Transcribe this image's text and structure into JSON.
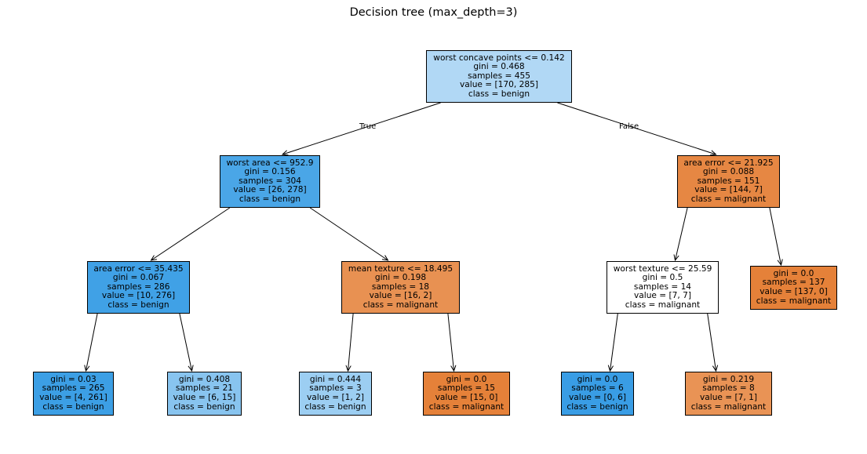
{
  "title": "Decision tree (max_depth=3)",
  "colors": {
    "benign_strong": "#399de5",
    "malignant_strong": "#e58139",
    "edge": "#000000"
  },
  "edge_labels": {
    "true_label": "True",
    "false_label": "False"
  },
  "nodes": [
    {
      "id": "n0",
      "split": "worst concave points <= 0.142",
      "gini": "gini = 0.468",
      "samples": "samples = 455",
      "value": "value = [170, 285]",
      "class_label": "class = benign",
      "fill": "#b1d8f5"
    },
    {
      "id": "n1",
      "split": "worst area <= 952.9",
      "gini": "gini = 0.156",
      "samples": "samples = 304",
      "value": "value = [26, 278]",
      "class_label": "class = benign",
      "fill": "#4aa6e7"
    },
    {
      "id": "n2",
      "split": "area error <= 21.925",
      "gini": "gini = 0.088",
      "samples": "samples = 151",
      "value": "value = [144, 7]",
      "class_label": "class = malignant",
      "fill": "#e68743"
    },
    {
      "id": "n3",
      "split": "area error <= 35.435",
      "gini": "gini = 0.067",
      "samples": "samples = 286",
      "value": "value = [10, 276]",
      "class_label": "class = benign",
      "fill": "#40a1e6"
    },
    {
      "id": "n4",
      "split": "mean texture <= 18.495",
      "gini": "gini = 0.198",
      "samples": "samples = 18",
      "value": "value = [16, 2]",
      "class_label": "class = malignant",
      "fill": "#e89152"
    },
    {
      "id": "n5",
      "split": "worst texture <= 25.59",
      "gini": "gini = 0.5",
      "samples": "samples = 14",
      "value": "value = [7, 7]",
      "class_label": "class = malignant",
      "fill": "#ffffff"
    },
    {
      "id": "n6",
      "split": "",
      "gini": "gini = 0.0",
      "samples": "samples = 137",
      "value": "value = [137, 0]",
      "class_label": "class = malignant",
      "fill": "#e58139"
    },
    {
      "id": "n7",
      "split": "",
      "gini": "gini = 0.03",
      "samples": "samples = 265",
      "value": "value = [4, 261]",
      "class_label": "class = benign",
      "fill": "#3c9fe5"
    },
    {
      "id": "n8",
      "split": "",
      "gini": "gini = 0.408",
      "samples": "samples = 21",
      "value": "value = [6, 15]",
      "class_label": "class = benign",
      "fill": "#88c4ef"
    },
    {
      "id": "n9",
      "split": "",
      "gini": "gini = 0.444",
      "samples": "samples = 3",
      "value": "value = [1, 2]",
      "class_label": "class = benign",
      "fill": "#9ccef2"
    },
    {
      "id": "n10",
      "split": "",
      "gini": "gini = 0.0",
      "samples": "samples = 15",
      "value": "value = [15, 0]",
      "class_label": "class = malignant",
      "fill": "#e58139"
    },
    {
      "id": "n11",
      "split": "",
      "gini": "gini = 0.0",
      "samples": "samples = 6",
      "value": "value = [0, 6]",
      "class_label": "class = benign",
      "fill": "#399de5"
    },
    {
      "id": "n12",
      "split": "",
      "gini": "gini = 0.219",
      "samples": "samples = 8",
      "value": "value = [7, 1]",
      "class_label": "class = malignant",
      "fill": "#e99355"
    }
  ],
  "edges": [
    {
      "from": "n0",
      "to": "n1"
    },
    {
      "from": "n0",
      "to": "n2"
    },
    {
      "from": "n1",
      "to": "n3"
    },
    {
      "from": "n1",
      "to": "n4"
    },
    {
      "from": "n2",
      "to": "n5"
    },
    {
      "from": "n2",
      "to": "n6"
    },
    {
      "from": "n3",
      "to": "n7"
    },
    {
      "from": "n3",
      "to": "n8"
    },
    {
      "from": "n4",
      "to": "n9"
    },
    {
      "from": "n4",
      "to": "n10"
    },
    {
      "from": "n5",
      "to": "n11"
    },
    {
      "from": "n5",
      "to": "n12"
    }
  ]
}
